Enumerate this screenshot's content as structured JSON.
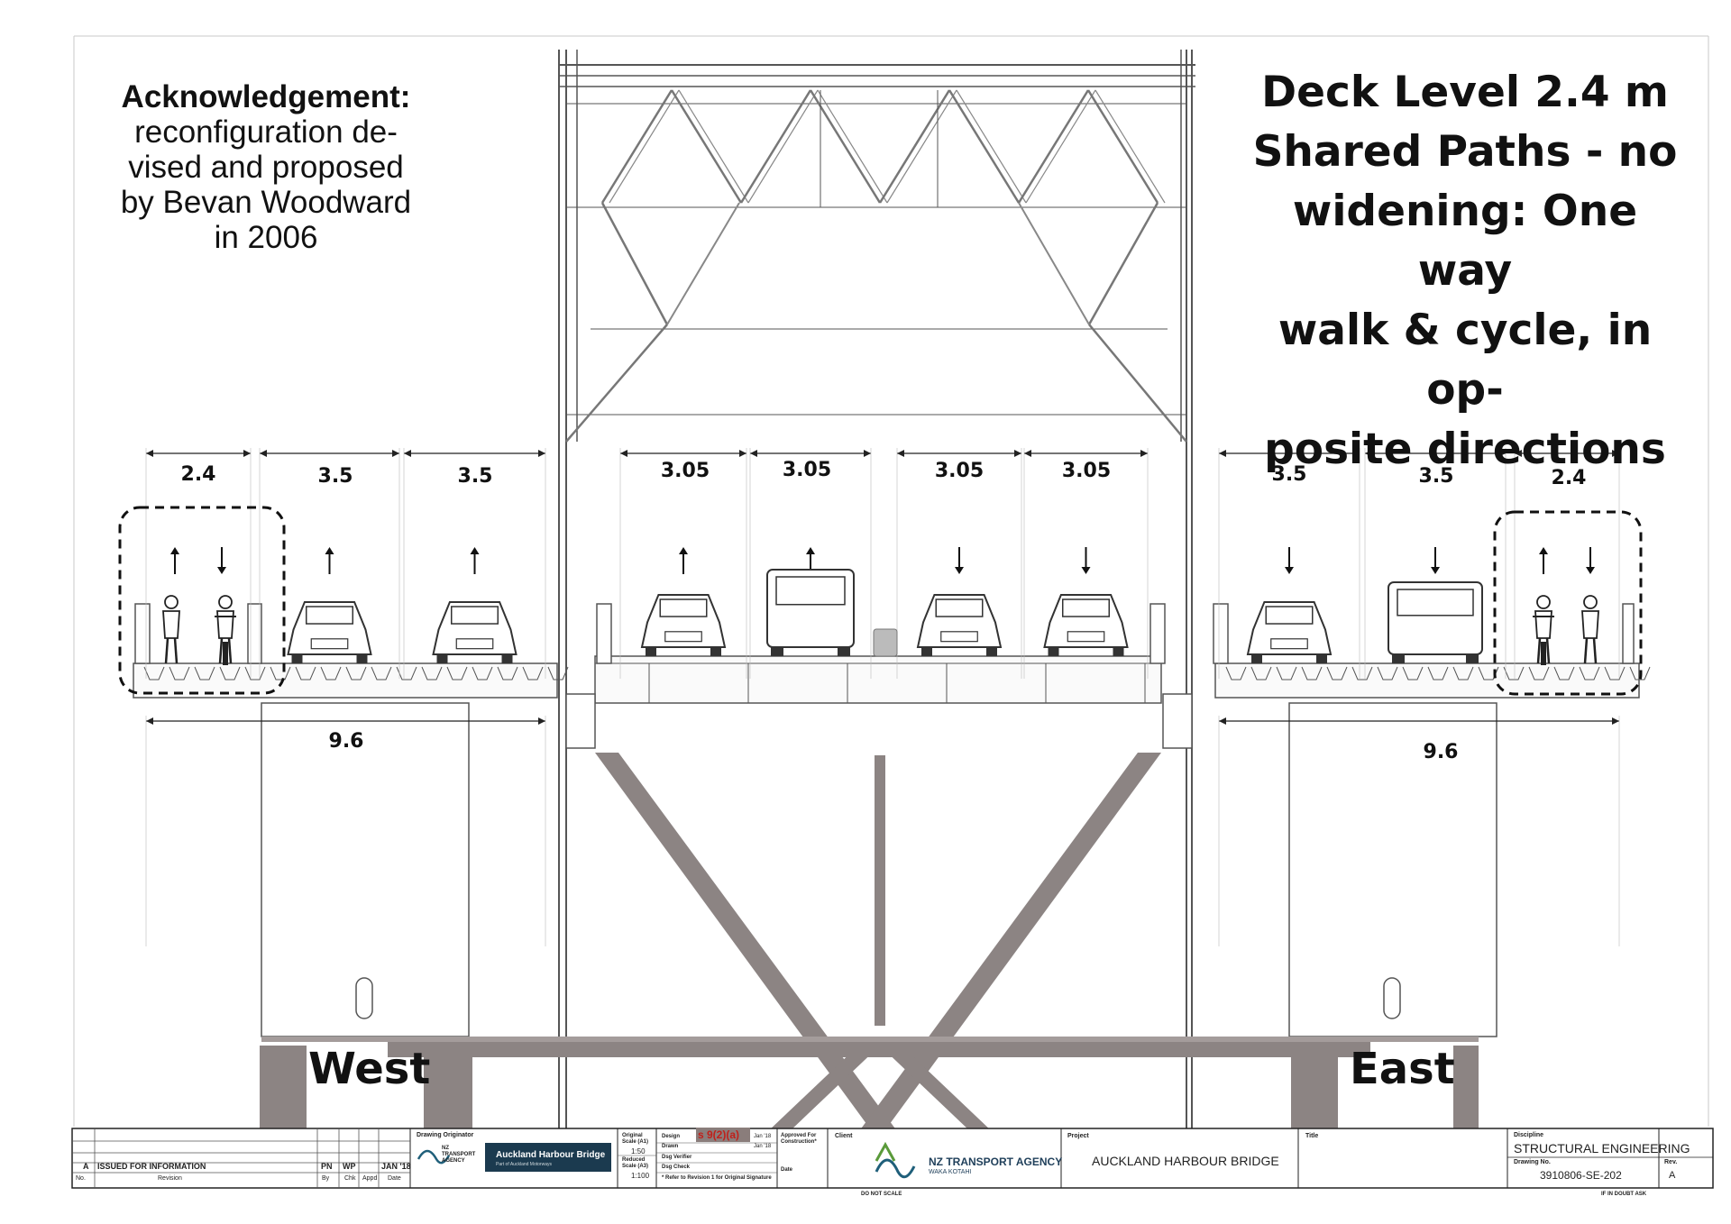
{
  "acknowledgement": {
    "title": "Acknowledgement:",
    "lines": [
      "reconfiguration de-",
      "vised and proposed",
      "by Bevan Woodward",
      "in 2006"
    ]
  },
  "headline": {
    "lines": [
      "Deck Level 2.4 m",
      "Shared Paths  - no",
      "widening: One way",
      "walk & cycle, in op-",
      "posite directions"
    ]
  },
  "side_labels": {
    "west": "West",
    "east": "East"
  },
  "lanes": [
    {
      "id": "w-path",
      "width": "2.4",
      "direction": "both",
      "vehicle": "walk-cycle"
    },
    {
      "id": "w-lane-1",
      "width": "3.5",
      "direction": "north",
      "vehicle": "car"
    },
    {
      "id": "w-lane-2",
      "width": "3.5",
      "direction": "north",
      "vehicle": "car"
    },
    {
      "id": "c-lane-1",
      "width": "3.05",
      "direction": "north",
      "vehicle": "car"
    },
    {
      "id": "c-lane-2",
      "width": "3.05",
      "direction": "north",
      "vehicle": "van"
    },
    {
      "id": "c-lane-3",
      "width": "3.05",
      "direction": "south",
      "vehicle": "car"
    },
    {
      "id": "c-lane-4",
      "width": "3.05",
      "direction": "south",
      "vehicle": "car"
    },
    {
      "id": "e-lane-1",
      "width": "3.5",
      "direction": "south",
      "vehicle": "car"
    },
    {
      "id": "e-lane-2",
      "width": "3.5",
      "direction": "south",
      "vehicle": "truck"
    },
    {
      "id": "e-path",
      "width": "2.4",
      "direction": "both",
      "vehicle": "walk-cycle"
    }
  ],
  "deck_widths": {
    "west": "9.6",
    "east": "9.6"
  },
  "title_block": {
    "revision_row": {
      "rev": "A",
      "description": "ISSUED FOR INFORMATION",
      "by": "PN",
      "chk": "WP",
      "date": "JAN '18"
    },
    "revision_headers": {
      "no": "No.",
      "revision": "Revision",
      "by": "By",
      "chk": "Chk",
      "appd": "Appd",
      "date": "Date"
    },
    "drawing_originator_label": "Drawing Originator",
    "originator_agency": "NZ TRANSPORT AGENCY",
    "originator_badge": "Auckland Harbour Bridge",
    "originator_badge_sub": "Part of Auckland Motorways",
    "scales": {
      "original_label": "Original Scale (A1)",
      "original": "1:50",
      "reduced_label": "Reduced Scale (A3)",
      "reduced": "1:100"
    },
    "roles": {
      "design": "Design",
      "drawn": "Drawn",
      "verifier": "Dsg Verifier",
      "check": "Dsg Check",
      "date1": "Jan '18",
      "date2": "Jan '18"
    },
    "redacted_text": "s 9(2)(a)",
    "approved_label": "Approved For Construction*",
    "date_label": "Date",
    "signature_note": "* Refer to Revision 1 for Original Signature",
    "client_label": "Client",
    "client_name": "NZ TRANSPORT AGENCY",
    "client_sub": "WAKA KOTAHI",
    "project_label": "Project",
    "project_name": "AUCKLAND HARBOUR BRIDGE",
    "title_label": "Title",
    "discipline_label": "Discipline",
    "discipline": "STRUCTURAL ENGINEERING",
    "drawing_no_label": "Drawing No.",
    "drawing_no": "3910806-SE-202",
    "rev_label": "Rev.",
    "rev": "A",
    "do_not_scale": "DO NOT SCALE",
    "if_in_doubt": "IF IN DOUBT ASK"
  },
  "colors": {
    "structure_fill": "#8c8483",
    "line": "#555555",
    "ink": "#111111",
    "redaction": "#8a7d7b",
    "redaction_text": "#c0201a",
    "badge_bg": "#1b3a4f"
  }
}
